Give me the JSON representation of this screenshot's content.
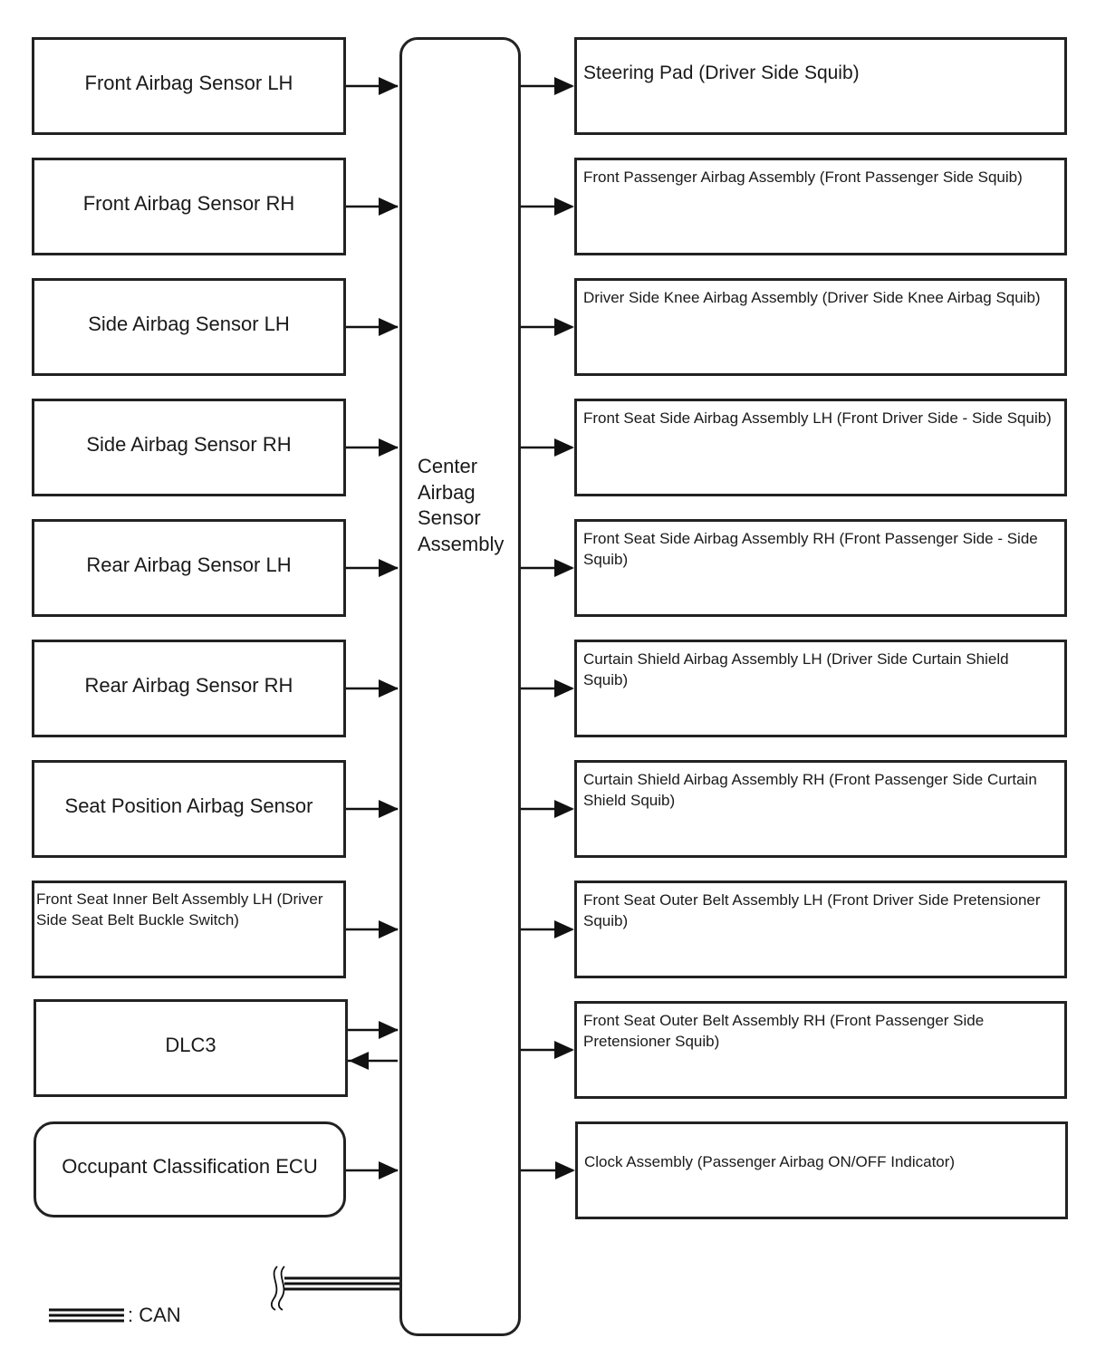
{
  "inputs": [
    {
      "label": "Front Airbag Sensor LH"
    },
    {
      "label": "Front Airbag Sensor RH"
    },
    {
      "label": "Side Airbag Sensor LH"
    },
    {
      "label": "Side Airbag Sensor RH"
    },
    {
      "label": "Rear Airbag Sensor LH"
    },
    {
      "label": "Rear Airbag Sensor RH"
    },
    {
      "label": "Seat Position Airbag Sensor"
    },
    {
      "label": "Front Seat Inner Belt Assembly LH (Driver Side Seat Belt Buckle Switch)"
    },
    {
      "label": "DLC3"
    },
    {
      "label": "Occupant Classification ECU"
    }
  ],
  "center": {
    "lines": [
      "Center",
      "Airbag",
      "Sensor",
      "Assembly"
    ]
  },
  "outputs": [
    {
      "label": "Steering Pad (Driver Side Squib)"
    },
    {
      "label": "Front Passenger Airbag Assembly (Front Passenger Side Squib)"
    },
    {
      "label": "Driver Side Knee Airbag Assembly (Driver Side Knee Airbag Squib)"
    },
    {
      "label": "Front Seat Side Airbag Assembly LH (Front Driver Side - Side Squib)"
    },
    {
      "label": "Front Seat Side Airbag Assembly RH (Front Passenger Side - Side Squib)"
    },
    {
      "label": "Curtain Shield Airbag Assembly LH (Driver Side Curtain Shield Squib)"
    },
    {
      "label": "Curtain Shield Airbag Assembly RH (Front Passenger Side Curtain Shield Squib)"
    },
    {
      "label": "Front Seat Outer Belt Assembly LH (Front Driver Side Pretensioner Squib)"
    },
    {
      "label": "Front Seat Outer Belt Assembly RH (Front Passenger Side Pretensioner Squib)"
    },
    {
      "label": "Clock Assembly (Passenger Airbag ON/OFF Indicator)"
    }
  ],
  "legend": {
    "can_label": ": CAN"
  }
}
